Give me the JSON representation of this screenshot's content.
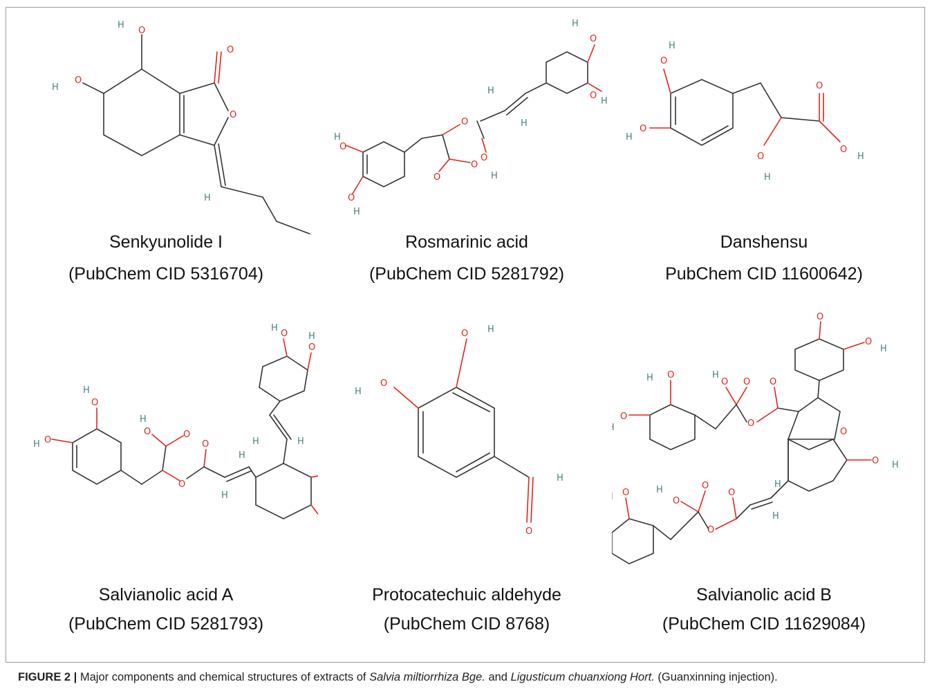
{
  "panels": [
    {
      "name": "Senkyunolide I",
      "cid": "(PubChem CID 5316704)"
    },
    {
      "name": "Rosmarinic acid",
      "cid": "(PubChem CID 5281792)"
    },
    {
      "name": "Danshensu",
      "cid": "PubChem CID 11600642)"
    },
    {
      "name": "Salvianolic acid A",
      "cid": "(PubChem CID 5281793)"
    },
    {
      "name": "Protocatechuic aldehyde",
      "cid": "(PubChem CID  8768)"
    },
    {
      "name": "Salvianolic acid B",
      "cid": "(PubChem CID 11629084)"
    }
  ],
  "caption": {
    "label": "FIGURE 2 |",
    "text1": " Major components and chemical structures of extracts of ",
    "species1": "Salvia miltiorrhiza Bge.",
    "text2": " and ",
    "species2": "Ligusticum chuanxiong Hort.",
    "text3": " (Guanxinning injection)."
  },
  "atoms": {
    "O": "O",
    "H": "H"
  },
  "colors": {
    "oxygen": "#e2231a",
    "hydrogen": "#4a7f7f",
    "bond": "#333333",
    "frame": "#9a9a9a"
  }
}
